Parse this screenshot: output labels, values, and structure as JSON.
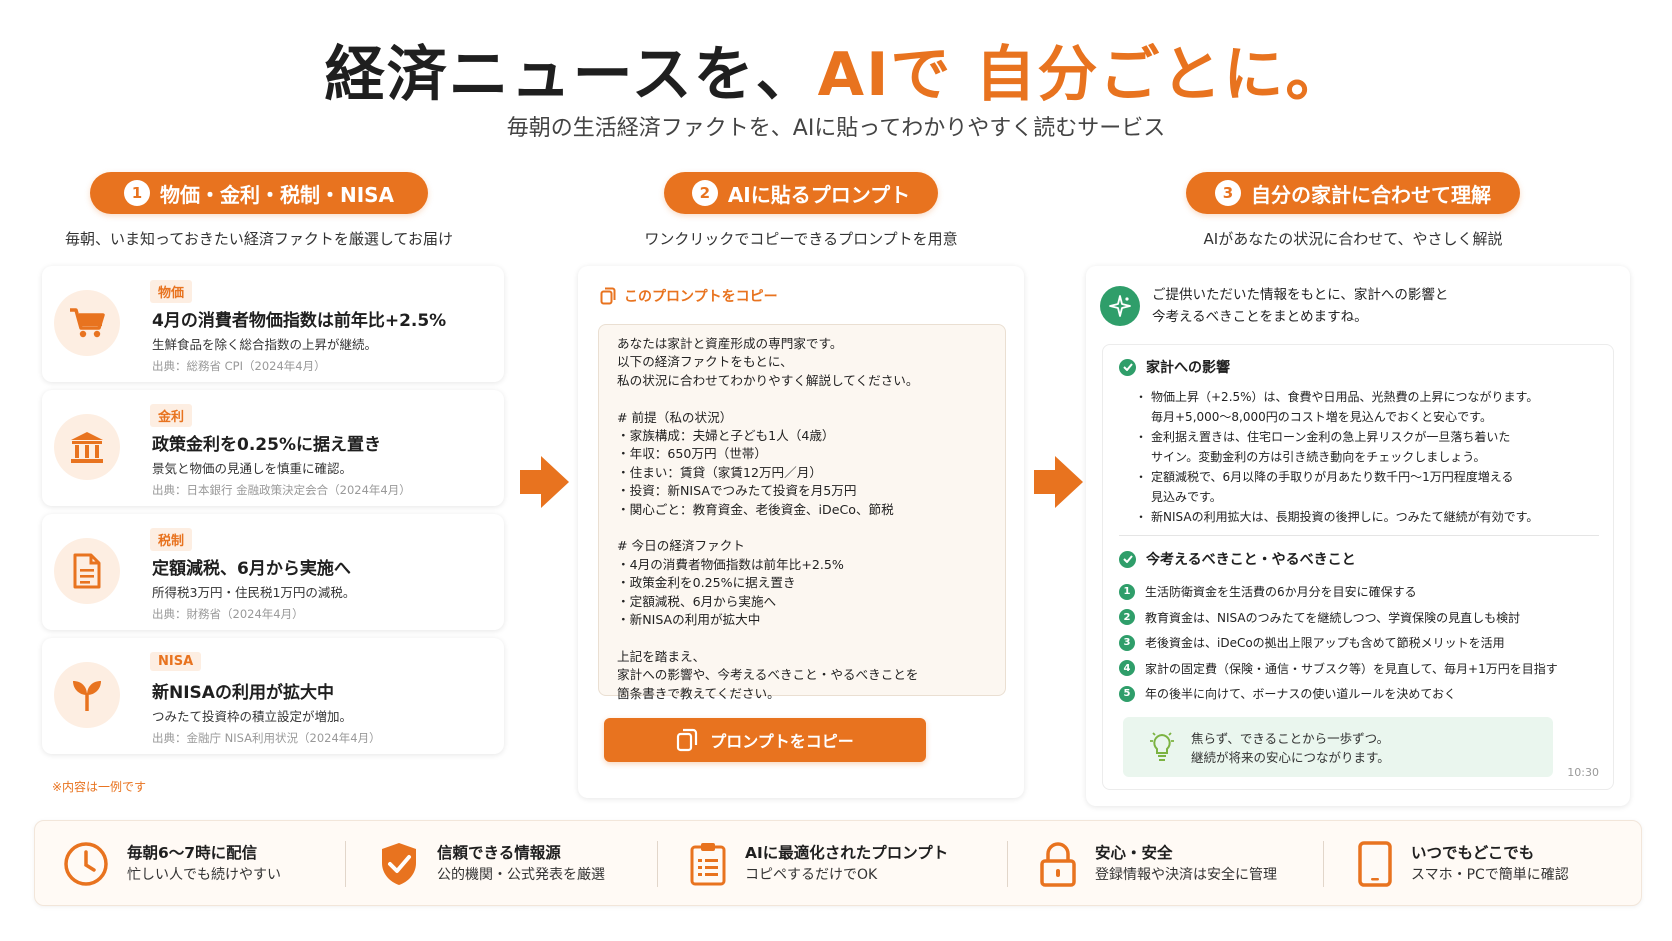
{
  "header": {
    "title_main": "経済ニュースを、",
    "title_accent": "AIで 自分ごとに。",
    "subtitle": "毎朝の生活経済ファクトを、AIに貼ってわかりやすく読むサービス"
  },
  "steps": [
    {
      "num": "1",
      "label": "物価・金利・税制・NISA",
      "desc": "毎朝、いま知っておきたい経済ファクトを厳選してお届け"
    },
    {
      "num": "2",
      "label": "AIに貼るプロンプト",
      "desc": "ワンクリックでコピーできるプロンプトを用意"
    },
    {
      "num": "3",
      "label": "自分の家計に合わせて理解",
      "desc": "AIがあなたの状況に合わせて、やさしく解説"
    }
  ],
  "facts": [
    {
      "tag": "物価",
      "icon": "cart-icon",
      "headline": "4月の消費者物価指数は前年比+2.5%",
      "sub": "生鮮食品を除く総合指数の上昇が継続。",
      "source": "出典：総務省 CPI（2024年4月）"
    },
    {
      "tag": "金利",
      "icon": "bank-icon",
      "headline": "政策金利を0.25%に据え置き",
      "sub": "景気と物価の見通しを慎重に確認。",
      "source": "出典：日本銀行 金融政策決定会合（2024年4月）"
    },
    {
      "tag": "税制",
      "icon": "document-icon",
      "headline": "定額減税、6月から実施へ",
      "sub": "所得税3万円・住民税1万円の減税。",
      "source": "出典：財務省（2024年4月）"
    },
    {
      "tag": "NISA",
      "icon": "sprout-icon",
      "headline": "新NISAの利用が拡大中",
      "sub": "つみたて投資枠の積立設定が増加。",
      "source": "出典：金融庁 NISA利用状況（2024年4月）"
    }
  ],
  "note": "※内容は一例です",
  "prompt": {
    "copy_link": "このプロンプトをコピー",
    "lines": [
      "あなたは家計と資産形成の専門家です。",
      "以下の経済ファクトをもとに、",
      "私の状況に合わせてわかりやすく解説してください。",
      "",
      "# 前提（私の状況）",
      "・家族構成：夫婦と子ども1人（4歳）",
      "・年収：650万円（世帯）",
      "・住まい：賃貸（家賃12万円／月）",
      "・投資：新NISAでつみたて投資を月5万円",
      "・関心ごと：教育資金、老後資金、iDeCo、節税",
      "",
      "# 今日の経済ファクト",
      "・4月の消費者物価指数は前年比+2.5%",
      "・政策金利を0.25%に据え置き",
      "・定額減税、6月から実施へ",
      "・新NISAの利用が拡大中",
      "",
      "上記を踏まえ、",
      "家計への影響や、今考えるべきこと・やるべきことを",
      "箇条書きで教えてください。"
    ],
    "button": "プロンプトをコピー"
  },
  "ai": {
    "intro_1": "ご提供いただいた情報をもとに、家計への影響と",
    "intro_2": "今考えるべきことをまとめますね。",
    "impact_title": "家計への影響",
    "impacts": [
      "物価上昇（+2.5%）は、食費や日用品、光熱費の上昇につながります。",
      "毎月+5,000〜8,000円のコスト増を見込んでおくと安心です。",
      "金利据え置きは、住宅ローン金利の急上昇リスクが一旦落ち着いた",
      "サイン。変動金利の方は引き続き動向をチェックしましょう。",
      "定額減税で、6月以降の手取りが月あたり数千円〜1万円程度増える",
      "見込みです。",
      "新NISAの利用拡大は、長期投資の後押しに。つみたて継続が有効です。"
    ],
    "todo_title": "今考えるべきこと・やるべきこと",
    "todos": [
      {
        "num": "1",
        "text": "生活防衛資金を生活費の6か月分を目安に確保する"
      },
      {
        "num": "2",
        "text": "教育資金は、NISAのつみたてを継続しつつ、学資保険の見直しも検討"
      },
      {
        "num": "3",
        "text": "老後資金は、iDeCoの拠出上限アップも含めて節税メリットを活用"
      },
      {
        "num": "4",
        "text": "家計の固定費（保険・通信・サブスク等）を見直して、毎月+1万円を目指す"
      },
      {
        "num": "5",
        "text": "年の後半に向けて、ボーナスの使い道ルールを決めておく"
      }
    ],
    "tip_1": "焦らず、できることから一歩ずつ。",
    "tip_2": "継続が将来の安心につながります。",
    "time": "10:30"
  },
  "features": [
    {
      "icon": "clock-icon",
      "title": "毎朝6〜7時に配信",
      "sub": "忙しい人でも続けやすい"
    },
    {
      "icon": "shield-check-icon",
      "title": "信頼できる情報源",
      "sub": "公的機関・公式発表を厳選"
    },
    {
      "icon": "clipboard-icon",
      "title": "AIに最適化されたプロンプト",
      "sub": "コピペするだけでOK"
    },
    {
      "icon": "lock-icon",
      "title": "安心・安全",
      "sub": "登録情報や決済は安全に管理"
    },
    {
      "icon": "tablet-icon",
      "title": "いつでもどこでも",
      "sub": "スマホ・PCで簡単に確認"
    }
  ],
  "colors": {
    "accent": "#e8731f",
    "green": "#2f9e6a"
  }
}
